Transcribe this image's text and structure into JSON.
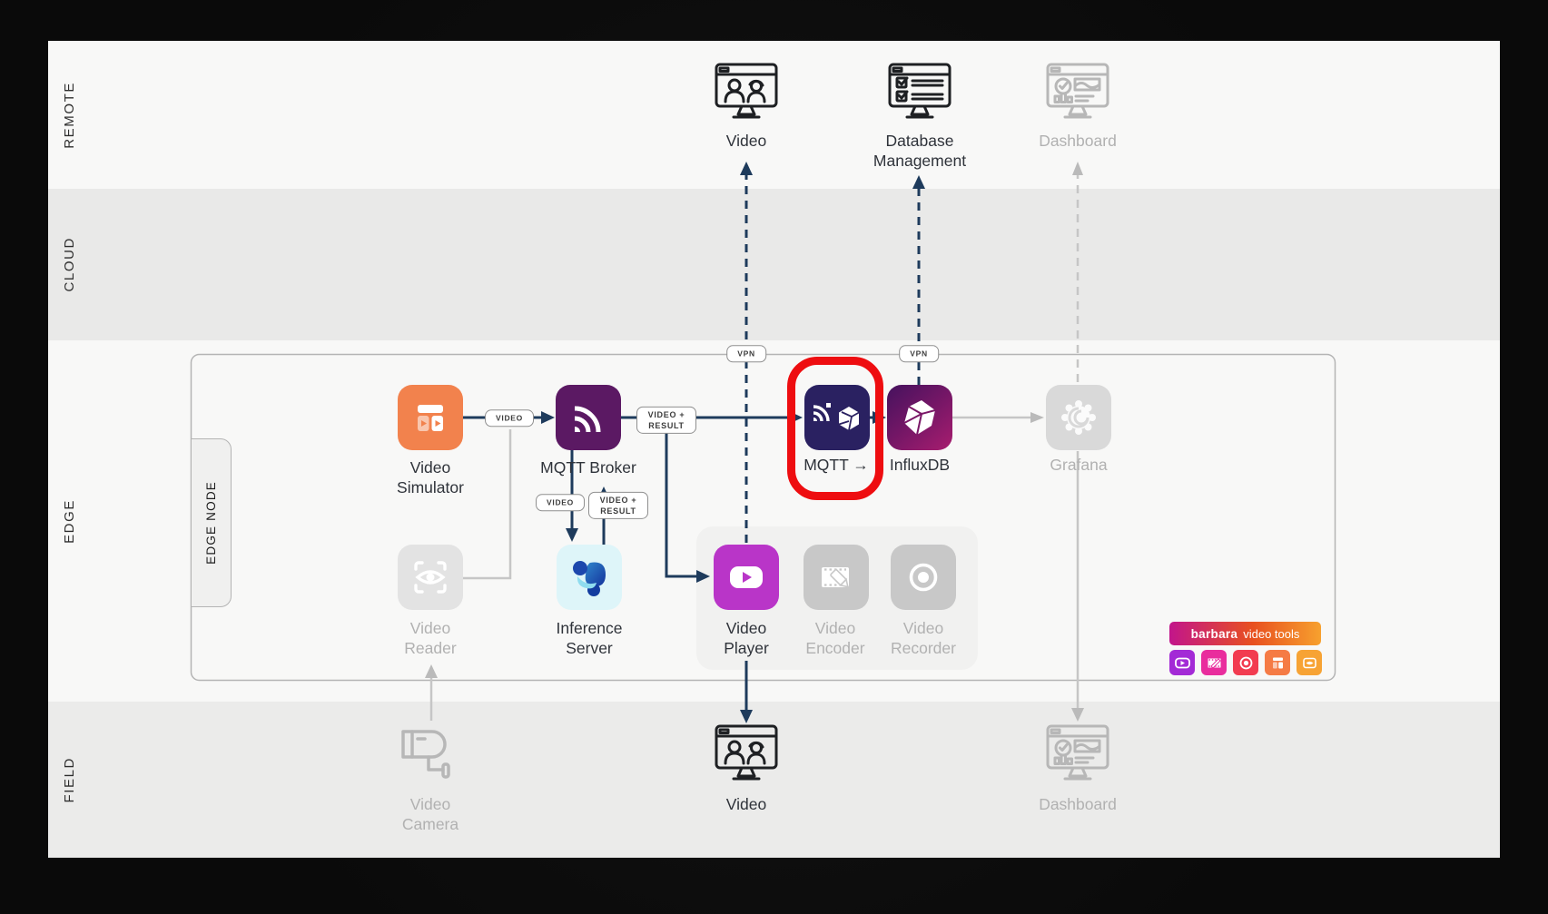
{
  "bands": [
    {
      "id": "remote",
      "label": "REMOTE"
    },
    {
      "id": "cloud",
      "label": "CLOUD"
    },
    {
      "id": "edge",
      "label": "EDGE"
    },
    {
      "id": "field",
      "label": "FIELD"
    }
  ],
  "edge_node_label": "EDGE NODE",
  "connectors": {
    "vpn_1": "VPN",
    "vpn_2": "VPN",
    "video_out": "VIDEO",
    "video_result_out": "VIDEO +\nRESULT",
    "video_down": "VIDEO",
    "video_result_up": "VIDEO +\nRESULT"
  },
  "remote": {
    "video": "Video",
    "database_management": "Database Management",
    "dashboard": "Dashboard"
  },
  "edge": {
    "video_simulator": "Video Simulator",
    "mqtt_broker": "MQTT Broker",
    "mqtt_bridge": "MQTT →",
    "influxdb": "InfluxDB",
    "grafana": "Grafana",
    "video_reader": "Video Reader",
    "inference_server": "Inference Server",
    "video_player": "Video Player",
    "video_encoder": "Video Encoder",
    "video_recorder": "Video Recorder"
  },
  "field": {
    "video_camera": "Video Camera",
    "video": "Video",
    "dashboard": "Dashboard"
  },
  "branding": {
    "brand": "barbara",
    "product": "video tools",
    "tool_icon_names": [
      "video-player-icon",
      "video-encoder-icon",
      "video-recorder-icon",
      "video-simulator-icon",
      "video-reader-icon"
    ]
  },
  "colors": {
    "highlight_red": "#ee0d10",
    "arrow_navy": "#1e3b5c",
    "inactive_gray": "#c6c6c6",
    "simulator_orange": "#f2824d",
    "broker_purple": "#5b1963",
    "bridge_indigo": "#2a2161",
    "player_magenta": "#b935c8",
    "influx_gradient_start": "#45125e",
    "influx_gradient_end": "#a81d6f"
  }
}
